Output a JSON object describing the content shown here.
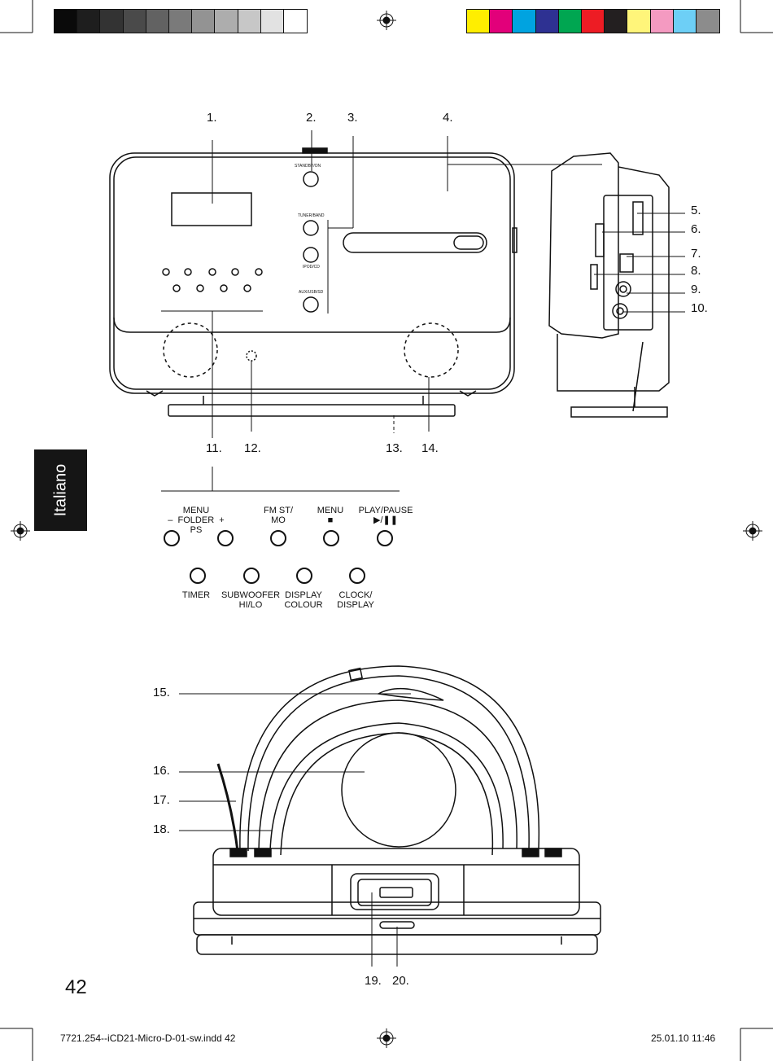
{
  "page": {
    "number": "42",
    "language_tab": "Italiano",
    "footer_left": "7721.254--iCD21-Micro-D-01-sw.indd   42",
    "footer_right": "25.01.10   11:46"
  },
  "color_bar": {
    "grays": [
      "#0a0a0a",
      "#1e1e1e",
      "#333333",
      "#4a4a4a",
      "#626262",
      "#7a7a7a",
      "#939393",
      "#adadad",
      "#c7c7c7",
      "#e2e2e2",
      "#ffffff"
    ],
    "colors": [
      "#ffee00",
      "#e2007a",
      "#00a3e0",
      "#2e3192",
      "#00a651",
      "#ed1c24",
      "#231f20",
      "#fff57a",
      "#f49ac1",
      "#6dcff6",
      "#8c8c8c"
    ]
  },
  "callouts": {
    "c1": "1.",
    "c2": "2.",
    "c3": "3.",
    "c4": "4.",
    "c5": "5.",
    "c6": "6.",
    "c7": "7.",
    "c8": "8.",
    "c9": "9.",
    "c10": "10.",
    "c11": "11.",
    "c12": "12.",
    "c13": "13.",
    "c14": "14.",
    "c15": "15.",
    "c16": "16.",
    "c17": "17.",
    "c18": "18.",
    "c19": "19.",
    "c20": "20."
  },
  "device_labels": {
    "standby": "STANDBY/ON",
    "tuner": "TUNER/BAND",
    "ipod": "IPOD/CD",
    "aux": "AUX/USB/SD"
  },
  "panel": {
    "menu_folder": "MENU\n–  FOLDER  +\nPS",
    "fm_st_mo": "FM ST/\nMO",
    "menu_stop": "MENU\n■",
    "play_pause": "PLAY/PAUSE\n▶/❚❚",
    "timer": "TIMER",
    "subwoofer": "SUBWOOFER\nHI/LO",
    "display_colour": "DISPLAY\nCOLOUR",
    "clock_display": "CLOCK/\nDISPLAY"
  }
}
